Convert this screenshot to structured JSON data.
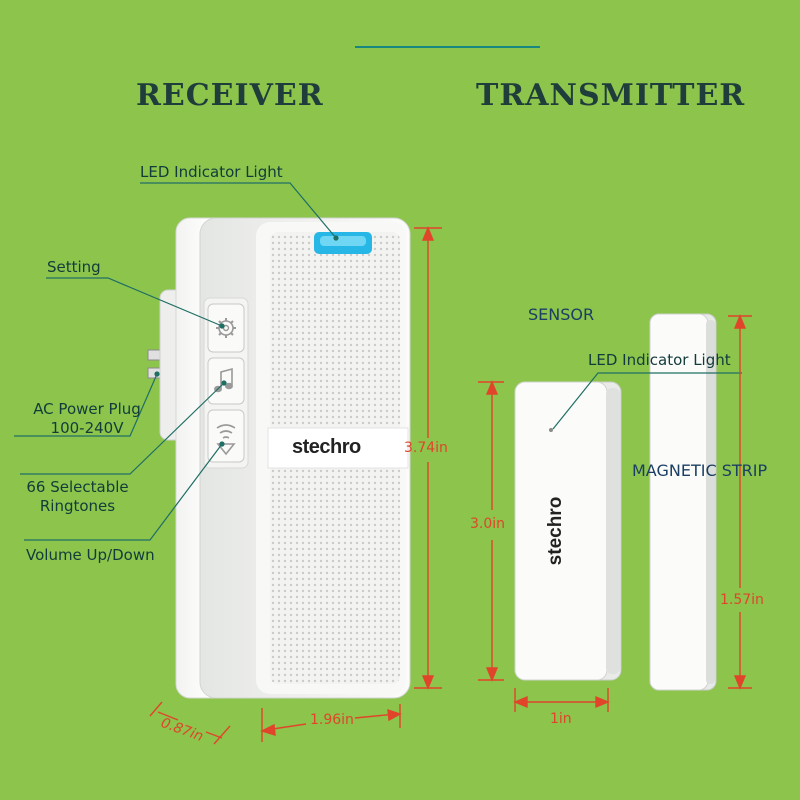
{
  "titles": {
    "receiver": "RECEIVER",
    "transmitter": "TRANSMITTER"
  },
  "receiver": {
    "brand": "stechro",
    "labels": {
      "led": "LED Indicator Light",
      "setting": "Setting",
      "power_line1": "AC Power Plug",
      "power_line2": "100-240V",
      "ringtones_line1": "66 Selectable",
      "ringtones_line2": "Ringtones",
      "volume": "Volume Up/Down"
    },
    "dimensions": {
      "height": "3.74in",
      "width": "1.96in",
      "depth": "0.87in"
    }
  },
  "transmitter": {
    "brand": "stechro",
    "sensor_title": "SENSOR",
    "sensor_led": "LED Indicator Light",
    "magnet_title": "MAGNETIC STRIP",
    "dimensions": {
      "sensor_height": "3.0in",
      "sensor_width": "1in",
      "magnet_height": "1.57in"
    }
  },
  "colors": {
    "background": "#8cc44c",
    "accent_line": "#17877f",
    "dimension": "#e0452a",
    "led": "#27b7e6",
    "device": "#f7f7f5"
  },
  "icons": [
    "gear-icon",
    "music-note-icon",
    "volume-icon"
  ]
}
